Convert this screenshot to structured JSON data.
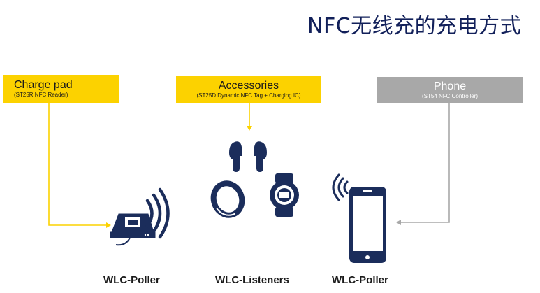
{
  "title": "NFC无线充的充电方式",
  "boxes": {
    "charge_pad": {
      "label": "Charge pad",
      "sub": "(ST25R NFC Reader)"
    },
    "accessories": {
      "label": "Accessories",
      "sub": "(ST25D Dynamic NFC Tag + Charging IC)"
    },
    "phone": {
      "label": "Phone",
      "sub": "(ST54 NFC Controller)"
    }
  },
  "bottom_labels": {
    "left": "WLC-Poller",
    "middle": "WLC-Listeners",
    "right": "WLC-Poller"
  },
  "colors": {
    "accent_yellow": "#fcd200",
    "gray": "#a8a8a8",
    "icon": "#1b2d5b"
  }
}
